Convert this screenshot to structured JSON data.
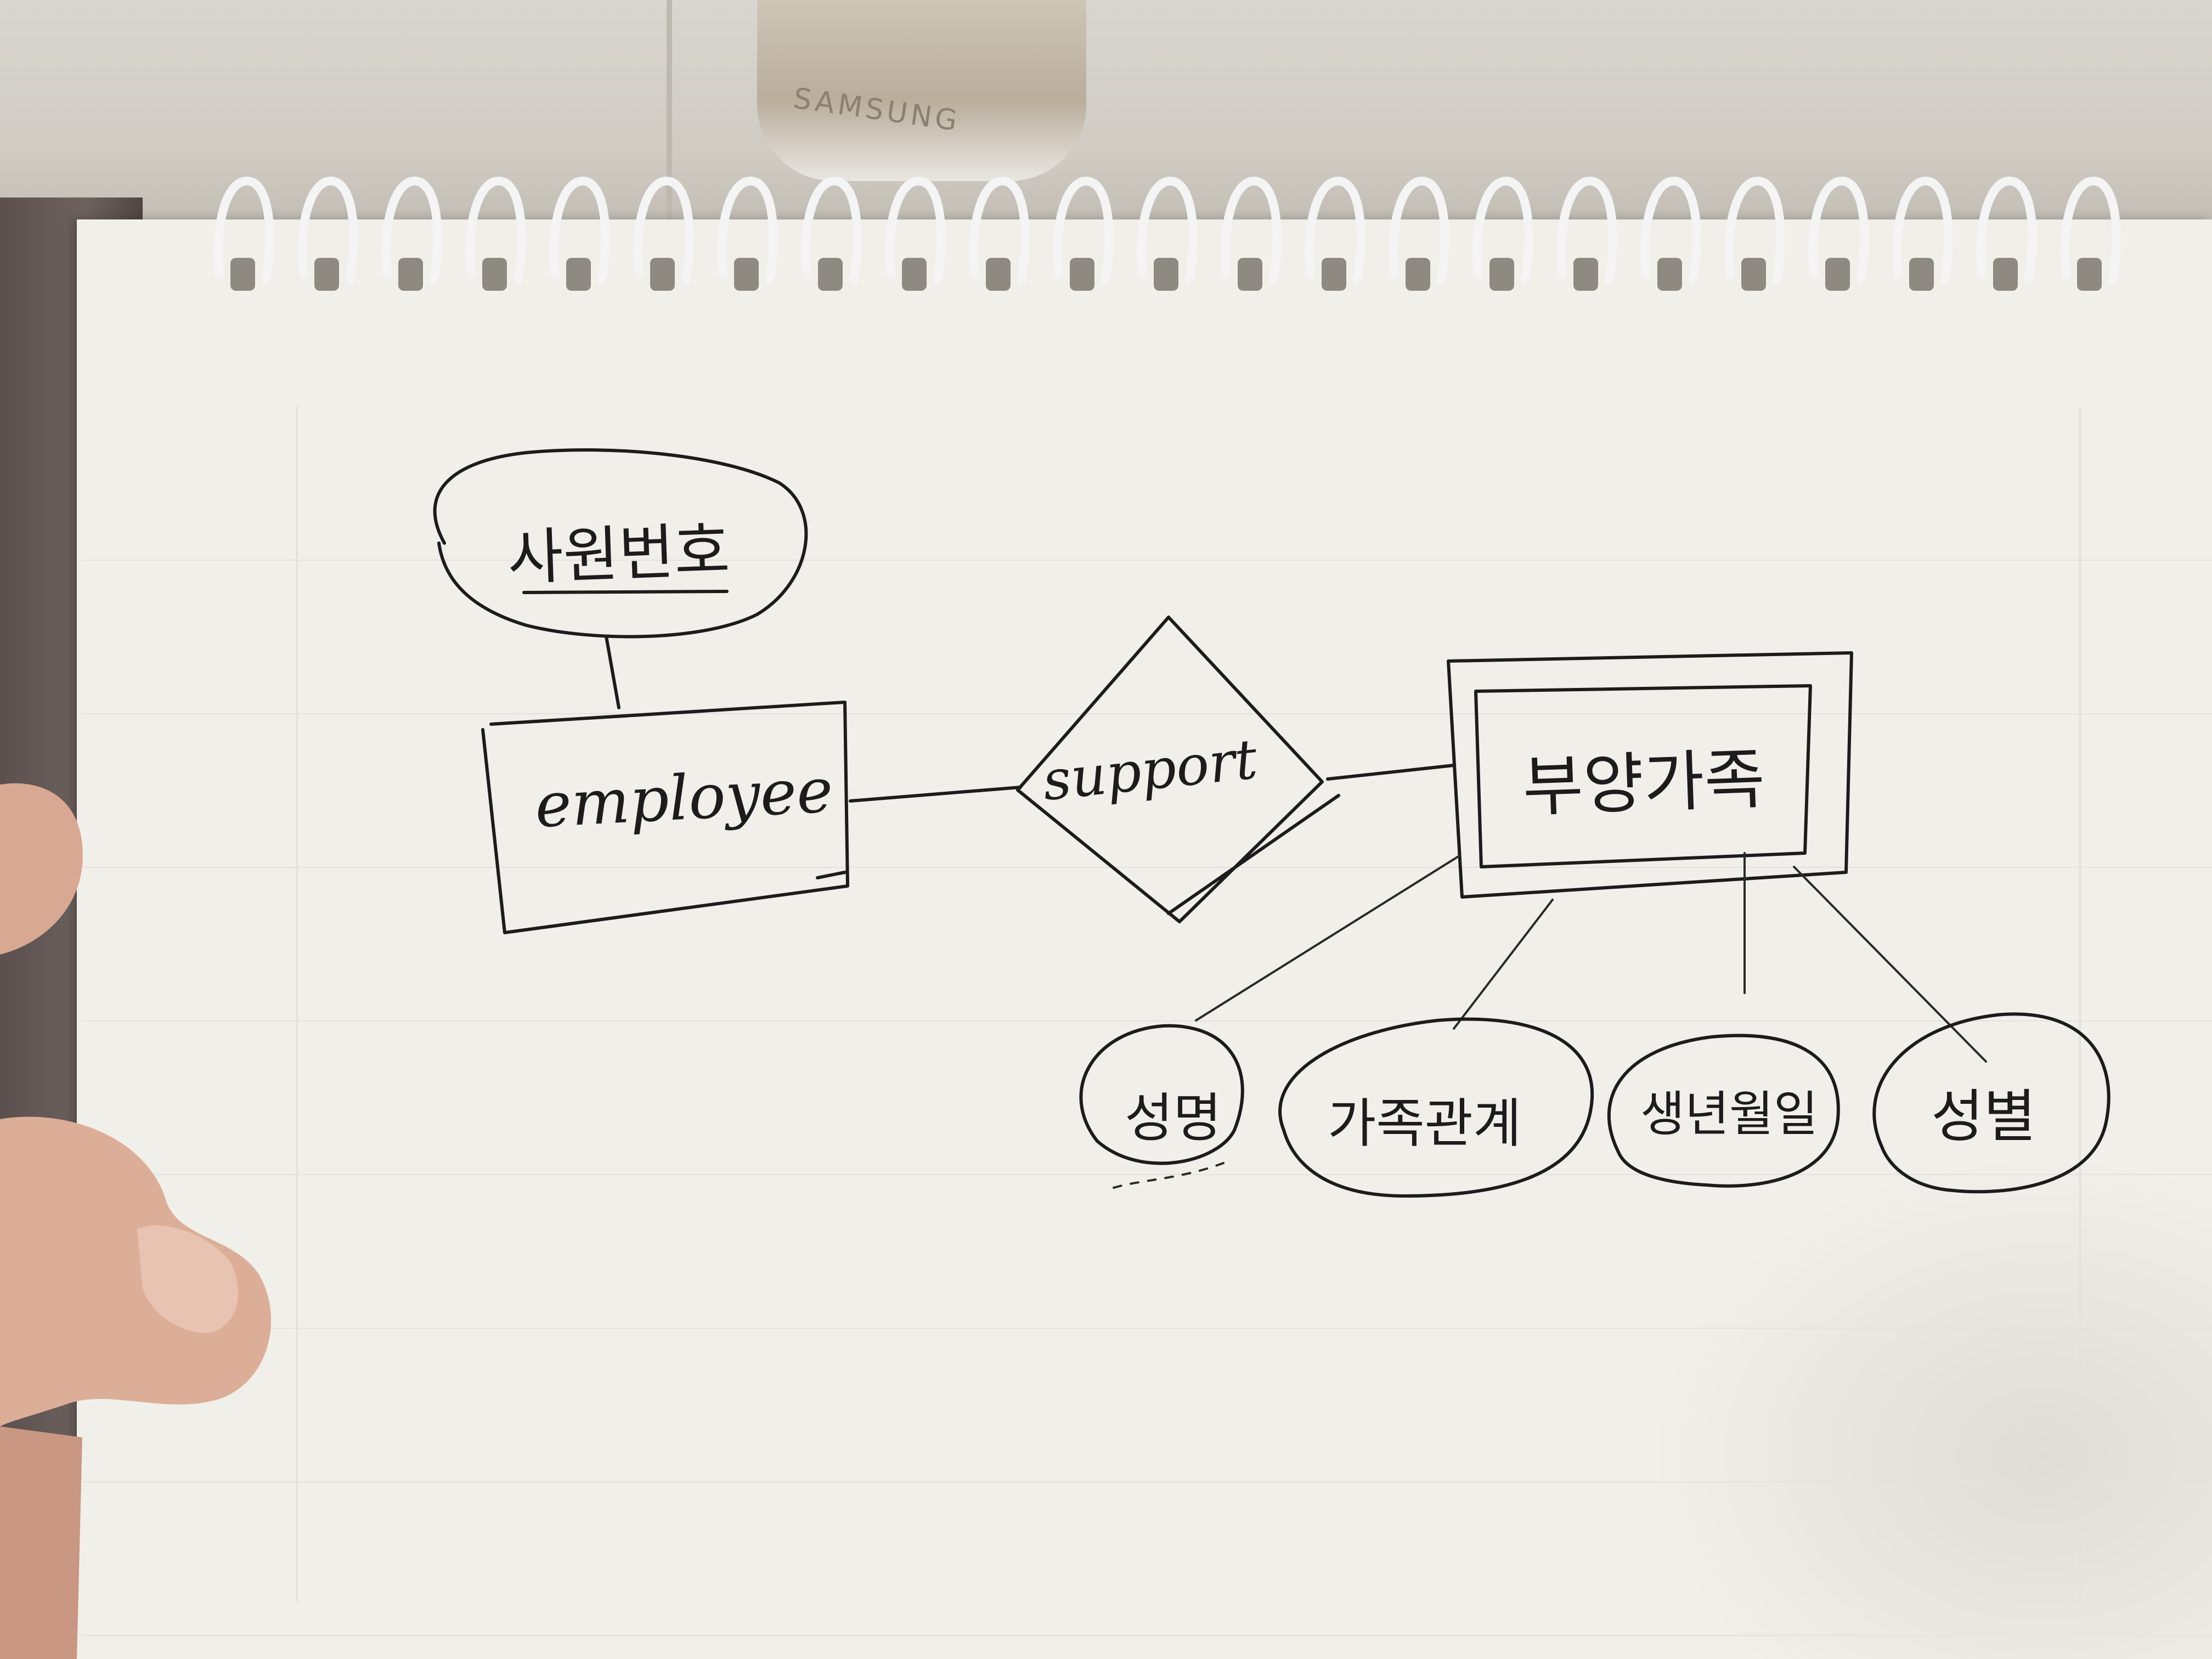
{
  "device": {
    "brand": "SAMSUNG"
  },
  "diagram": {
    "entities": {
      "employee": "employee",
      "dependent": "부양가족"
    },
    "relationship": "support",
    "attributes": {
      "employee_id": "사원번호",
      "name": "성명",
      "family_relation": "가족관계",
      "birth_date": "생년월일",
      "gender": "성별"
    }
  },
  "colors": {
    "ink": "#1c1c1c",
    "paper": "#f1efe9"
  }
}
